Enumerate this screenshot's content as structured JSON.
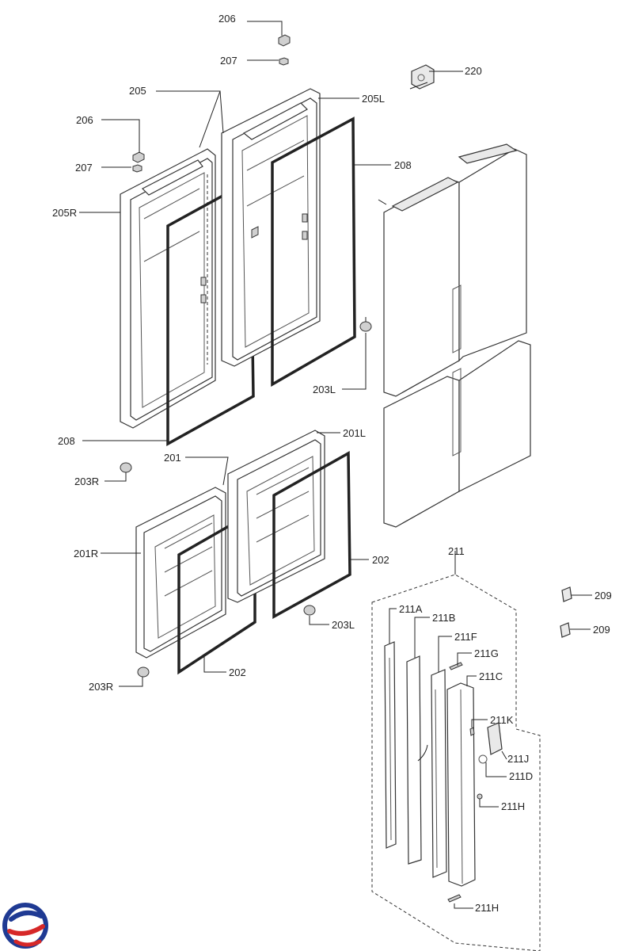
{
  "labels": {
    "l206a": "206",
    "l207a": "207",
    "l220": "220",
    "l205": "205",
    "l205L": "205L",
    "l206b": "206",
    "l207b": "207",
    "l208a": "208",
    "l205R": "205R",
    "l203La": "203L",
    "l208b": "208",
    "l201L": "201L",
    "l201": "201",
    "l203Ra": "203R",
    "l211": "211",
    "l201R": "201R",
    "l202a": "202",
    "l209a": "209",
    "l211A": "211A",
    "l211B": "211B",
    "l203Lb": "203L",
    "l209b": "209",
    "l211F": "211F",
    "l211G": "211G",
    "l202b": "202",
    "l211C": "211C",
    "l203Rb": "203R",
    "l211K": "211K",
    "l211J": "211J",
    "l211D": "211D",
    "l211Ha": "211H",
    "l211Hb": "211H"
  },
  "colors": {
    "line": "#222222",
    "logo_blue": "#1f3a93",
    "logo_red": "#d62828"
  },
  "icons": {
    "logo": "brand-logo-icon"
  }
}
